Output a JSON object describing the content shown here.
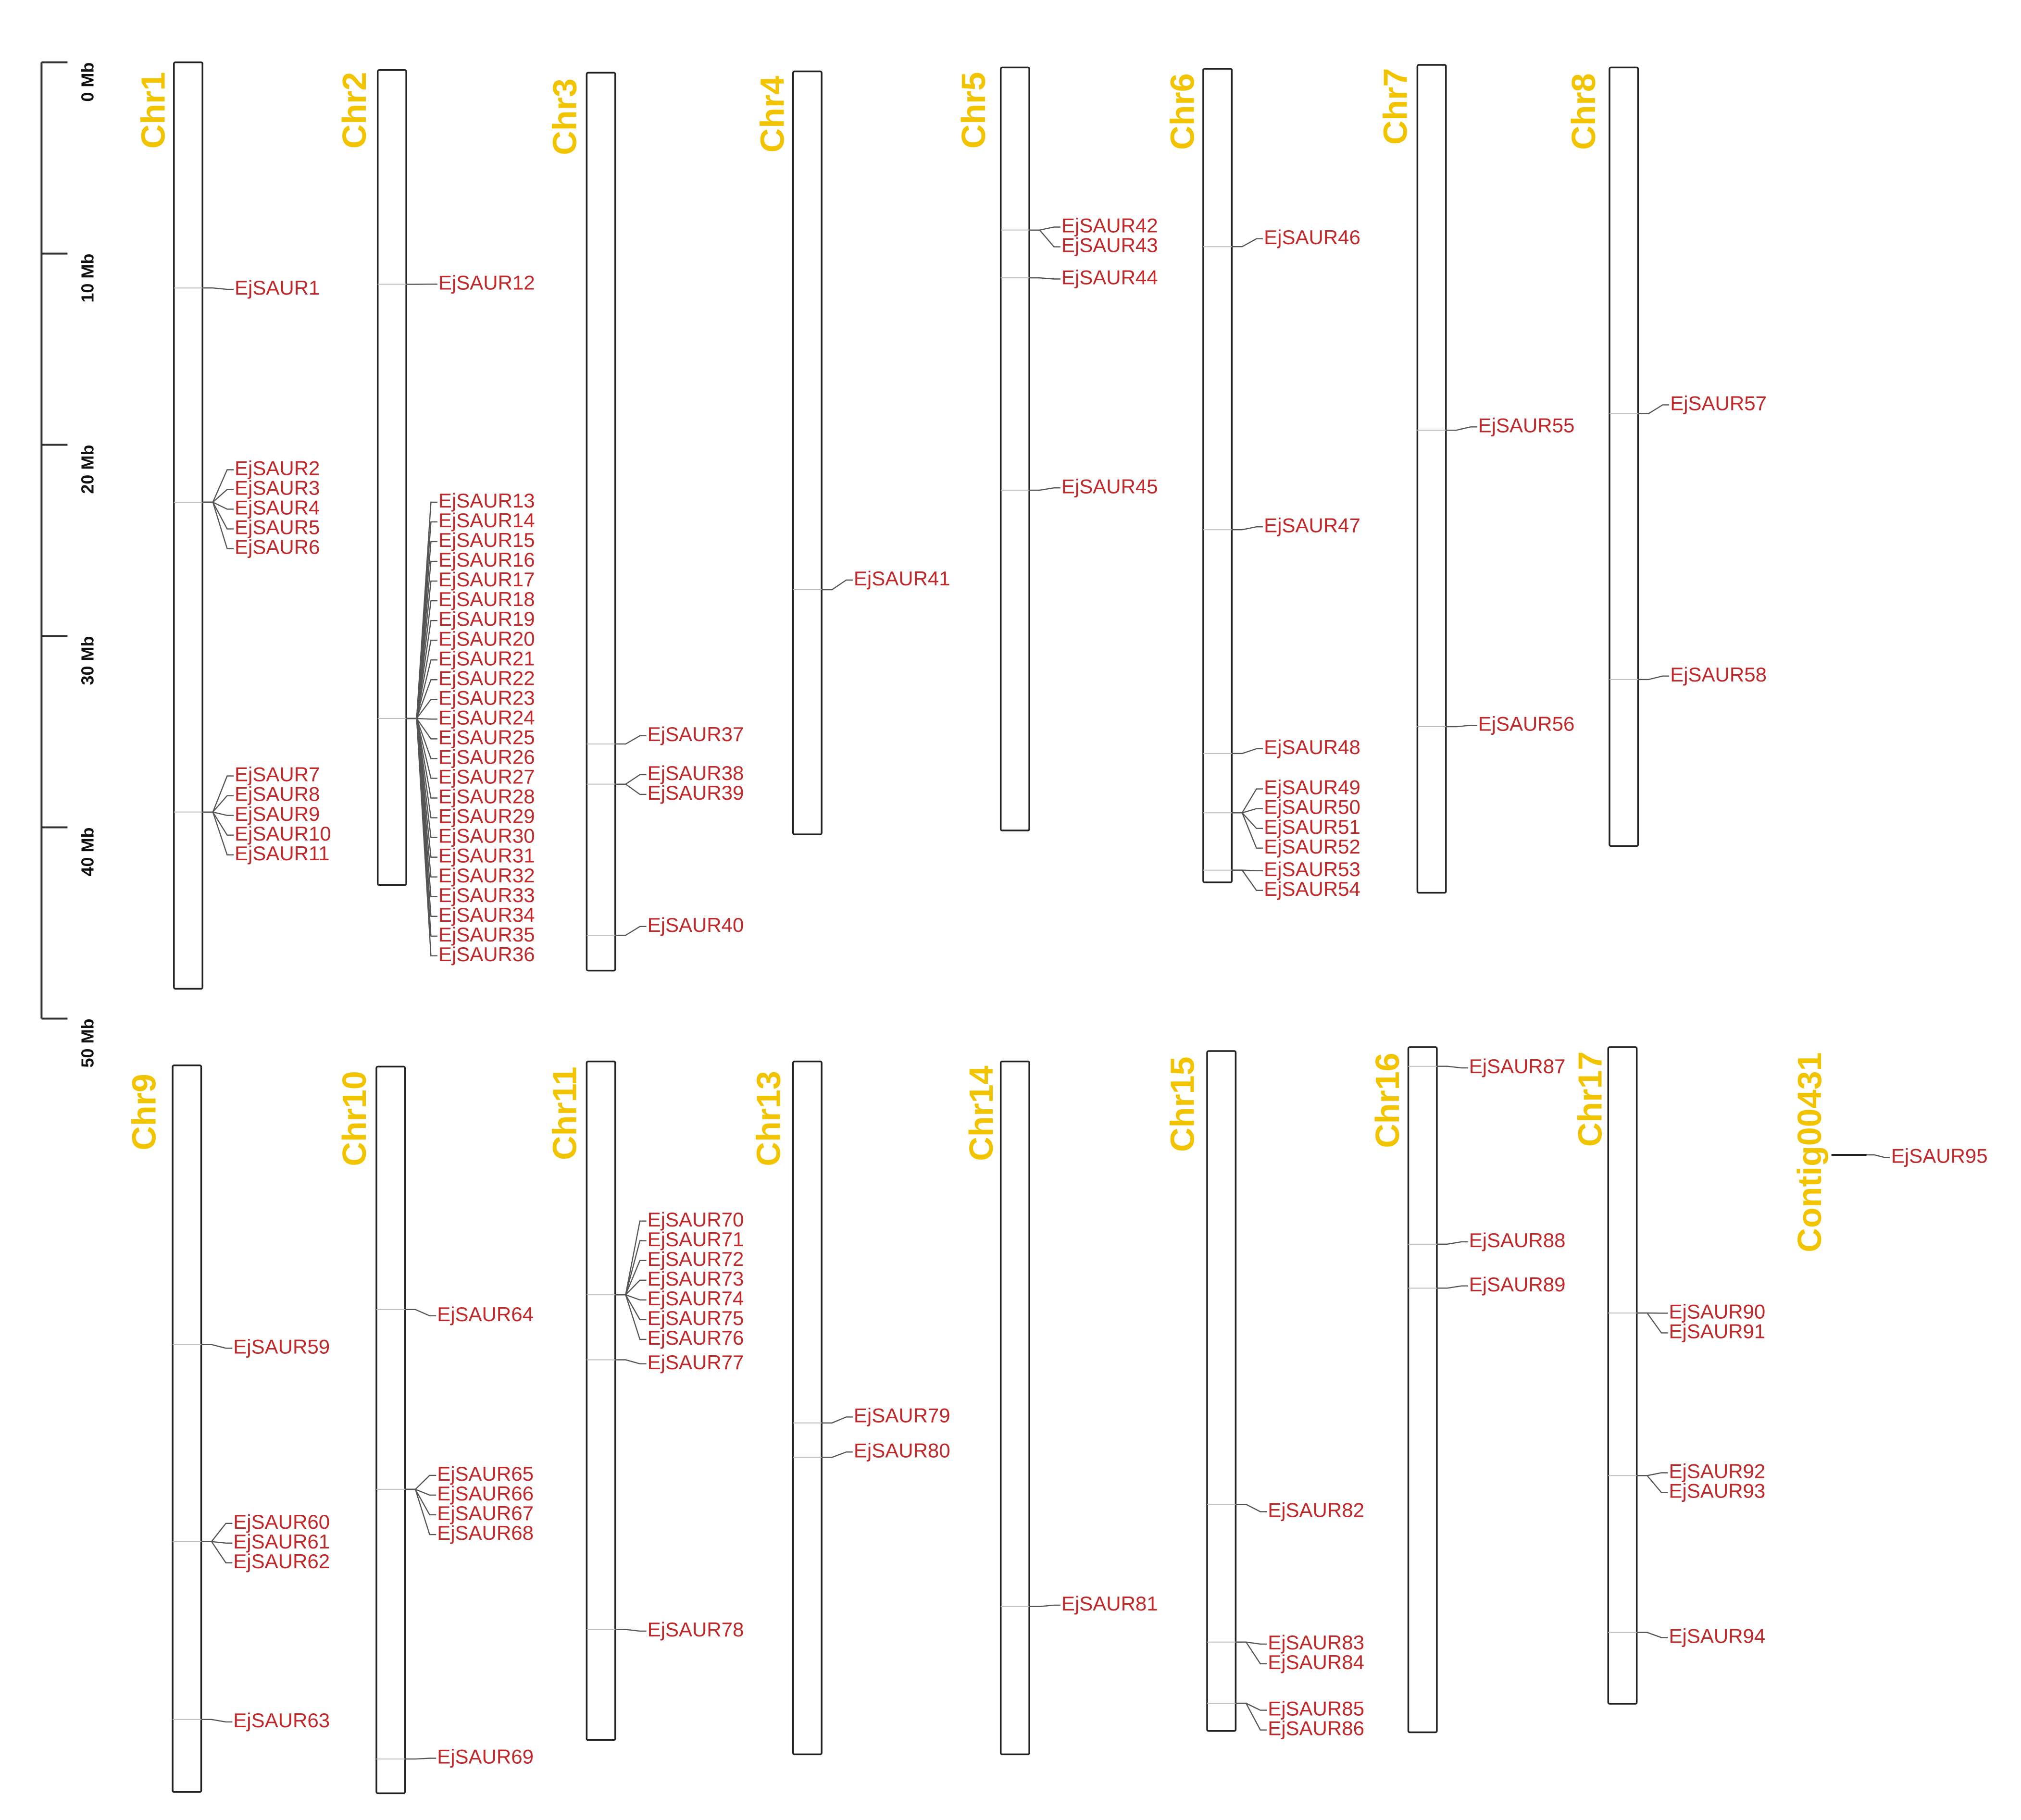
{
  "colors": {
    "chromosome_label": "#f2c400",
    "gene_label": "#c0282a",
    "outline": "#222222",
    "leader_line": "#555555"
  },
  "scale": {
    "labels": [
      "0 Mb",
      "10 Mb",
      "20 Mb",
      "30 Mb",
      "40 Mb",
      "50 Mb"
    ]
  },
  "chromosomes": [
    {
      "name": "Chr1",
      "genes": [
        {
          "id": "EjSAUR1",
          "pos": 11.8
        },
        {
          "id": "EjSAUR2",
          "pos": 23
        },
        {
          "id": "EjSAUR3",
          "pos": 23
        },
        {
          "id": "EjSAUR4",
          "pos": 23
        },
        {
          "id": "EjSAUR5",
          "pos": 23
        },
        {
          "id": "EjSAUR6",
          "pos": 23
        },
        {
          "id": "EjSAUR7",
          "pos": 39.2
        },
        {
          "id": "EjSAUR8",
          "pos": 39.2
        },
        {
          "id": "EjSAUR9",
          "pos": 39.2
        },
        {
          "id": "EjSAUR10",
          "pos": 39.2
        },
        {
          "id": "EjSAUR11",
          "pos": 39.2
        }
      ]
    },
    {
      "name": "Chr2",
      "genes": [
        {
          "id": "EjSAUR12",
          "pos": 11.2
        },
        {
          "id": "EjSAUR13",
          "pos": 33.9
        },
        {
          "id": "EjSAUR14",
          "pos": 33.9
        },
        {
          "id": "EjSAUR15",
          "pos": 33.9
        },
        {
          "id": "EjSAUR16",
          "pos": 33.9
        },
        {
          "id": "EjSAUR17",
          "pos": 33.9
        },
        {
          "id": "EjSAUR18",
          "pos": 33.9
        },
        {
          "id": "EjSAUR19",
          "pos": 33.9
        },
        {
          "id": "EjSAUR20",
          "pos": 33.9
        },
        {
          "id": "EjSAUR21",
          "pos": 33.9
        },
        {
          "id": "EjSAUR22",
          "pos": 33.9
        },
        {
          "id": "EjSAUR23",
          "pos": 33.9
        },
        {
          "id": "EjSAUR24",
          "pos": 33.9
        },
        {
          "id": "EjSAUR25",
          "pos": 33.9
        },
        {
          "id": "EjSAUR26",
          "pos": 33.9
        },
        {
          "id": "EjSAUR27",
          "pos": 33.9
        },
        {
          "id": "EjSAUR28",
          "pos": 33.9
        },
        {
          "id": "EjSAUR29",
          "pos": 33.9
        },
        {
          "id": "EjSAUR30",
          "pos": 33.9
        },
        {
          "id": "EjSAUR31",
          "pos": 33.9
        },
        {
          "id": "EjSAUR32",
          "pos": 33.9
        },
        {
          "id": "EjSAUR33",
          "pos": 33.9
        },
        {
          "id": "EjSAUR34",
          "pos": 33.9
        },
        {
          "id": "EjSAUR35",
          "pos": 33.9
        },
        {
          "id": "EjSAUR36",
          "pos": 33.9
        }
      ]
    },
    {
      "name": "Chr3",
      "genes": [
        {
          "id": "EjSAUR37",
          "pos": 35.1
        },
        {
          "id": "EjSAUR38",
          "pos": 37.2
        },
        {
          "id": "EjSAUR39",
          "pos": 37.2
        },
        {
          "id": "EjSAUR40",
          "pos": 45.1
        }
      ]
    },
    {
      "name": "Chr4",
      "genes": [
        {
          "id": "EjSAUR41",
          "pos": 27.1
        }
      ]
    },
    {
      "name": "Chr5",
      "genes": [
        {
          "id": "EjSAUR42",
          "pos": 8.5
        },
        {
          "id": "EjSAUR43",
          "pos": 8.5
        },
        {
          "id": "EjSAUR44",
          "pos": 11.0
        },
        {
          "id": "EjSAUR45",
          "pos": 22.1
        }
      ]
    },
    {
      "name": "Chr6",
      "genes": [
        {
          "id": "EjSAUR46",
          "pos": 9.3
        },
        {
          "id": "EjSAUR47",
          "pos": 24.1
        },
        {
          "id": "EjSAUR48",
          "pos": 35.8
        },
        {
          "id": "EjSAUR49",
          "pos": 38.9
        },
        {
          "id": "EjSAUR50",
          "pos": 38.9
        },
        {
          "id": "EjSAUR51",
          "pos": 38.9
        },
        {
          "id": "EjSAUR52",
          "pos": 38.9
        },
        {
          "id": "EjSAUR53",
          "pos": 41.9
        },
        {
          "id": "EjSAUR54",
          "pos": 41.9
        }
      ]
    },
    {
      "name": "Chr7",
      "genes": [
        {
          "id": "EjSAUR55",
          "pos": 19.1
        },
        {
          "id": "EjSAUR56",
          "pos": 34.6
        }
      ]
    },
    {
      "name": "Chr8",
      "genes": [
        {
          "id": "EjSAUR57",
          "pos": 18.1
        },
        {
          "id": "EjSAUR58",
          "pos": 32.0
        }
      ]
    },
    {
      "name": "Chr9",
      "genes": [
        {
          "id": "EjSAUR59",
          "pos": 14.6
        },
        {
          "id": "EjSAUR60",
          "pos": 24.9
        },
        {
          "id": "EjSAUR61",
          "pos": 24.9
        },
        {
          "id": "EjSAUR62",
          "pos": 24.9
        },
        {
          "id": "EjSAUR63",
          "pos": 34.2
        }
      ]
    },
    {
      "name": "Chr10",
      "genes": [
        {
          "id": "EjSAUR64",
          "pos": 12.7
        },
        {
          "id": "EjSAUR65",
          "pos": 22.1
        },
        {
          "id": "EjSAUR66",
          "pos": 22.1
        },
        {
          "id": "EjSAUR67",
          "pos": 22.1
        },
        {
          "id": "EjSAUR68",
          "pos": 22.1
        },
        {
          "id": "EjSAUR69",
          "pos": 36.2
        }
      ]
    },
    {
      "name": "Chr11",
      "genes": [
        {
          "id": "EjSAUR70",
          "pos": 12.2
        },
        {
          "id": "EjSAUR71",
          "pos": 12.2
        },
        {
          "id": "EjSAUR72",
          "pos": 12.2
        },
        {
          "id": "EjSAUR73",
          "pos": 12.2
        },
        {
          "id": "EjSAUR74",
          "pos": 12.2
        },
        {
          "id": "EjSAUR75",
          "pos": 12.2
        },
        {
          "id": "EjSAUR76",
          "pos": 12.2
        },
        {
          "id": "EjSAUR77",
          "pos": 15.6
        },
        {
          "id": "EjSAUR78",
          "pos": 29.7
        }
      ]
    },
    {
      "name": "Chr13",
      "genes": [
        {
          "id": "EjSAUR79",
          "pos": 18.9
        },
        {
          "id": "EjSAUR80",
          "pos": 20.7
        }
      ]
    },
    {
      "name": "Chr14",
      "genes": [
        {
          "id": "EjSAUR81",
          "pos": 28.5
        }
      ]
    },
    {
      "name": "Chr15",
      "genes": [
        {
          "id": "EjSAUR82",
          "pos": 23.7
        },
        {
          "id": "EjSAUR83",
          "pos": 30.9
        },
        {
          "id": "EjSAUR84",
          "pos": 30.9
        },
        {
          "id": "EjSAUR85",
          "pos": 34.1
        },
        {
          "id": "EjSAUR86",
          "pos": 34.1
        }
      ]
    },
    {
      "name": "Chr16",
      "genes": [
        {
          "id": "EjSAUR87",
          "pos": 1.0
        },
        {
          "id": "EjSAUR88",
          "pos": 10.3
        },
        {
          "id": "EjSAUR89",
          "pos": 12.6
        }
      ]
    },
    {
      "name": "Chr17",
      "genes": [
        {
          "id": "EjSAUR90",
          "pos": 13.9
        },
        {
          "id": "EjSAUR91",
          "pos": 13.9
        },
        {
          "id": "EjSAUR92",
          "pos": 22.4
        },
        {
          "id": "EjSAUR93",
          "pos": 22.4
        },
        {
          "id": "EjSAUR94",
          "pos": 30.6
        }
      ]
    },
    {
      "name": "Contig00431",
      "genes": [
        {
          "id": "EjSAUR95",
          "pos": 0.1
        }
      ]
    }
  ]
}
